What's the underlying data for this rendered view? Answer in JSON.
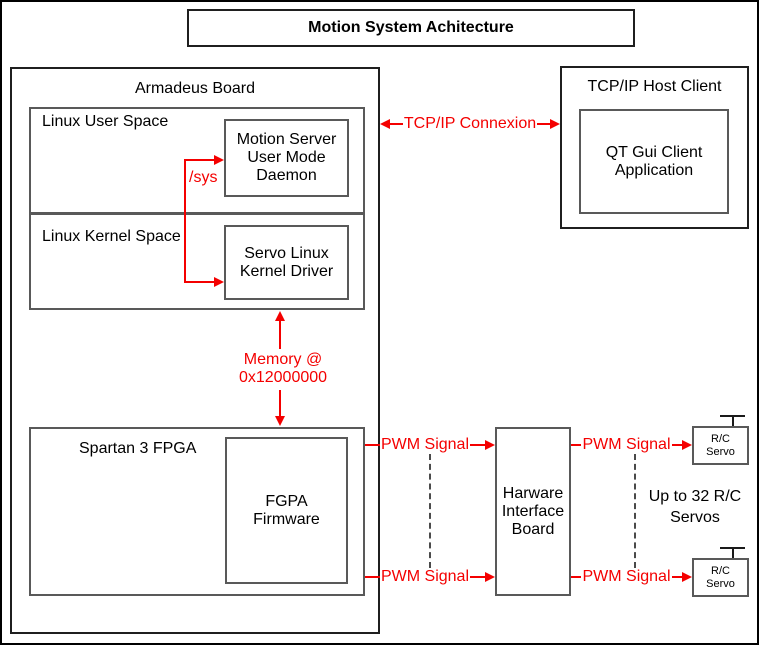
{
  "title": "Motion System Achitecture",
  "armadeus": {
    "label": "Armadeus Board",
    "user_space_label": "Linux User Space",
    "kernel_space_label": "Linux Kernel Space",
    "daemon_lines": [
      "Motion Server",
      "User Mode",
      "Daemon"
    ],
    "driver_lines": [
      "Servo Linux",
      "Kernel Driver"
    ],
    "spartan_label": "Spartan 3 FPGA",
    "firmware_lines": [
      "FGPA",
      "Firmware"
    ]
  },
  "host": {
    "label": "TCP/IP Host Client",
    "app_lines": [
      "QT Gui Client",
      "Application"
    ]
  },
  "hardware_board_lines": [
    "Harware",
    "Interface",
    "Board"
  ],
  "servos": {
    "box_lines": [
      "R/C",
      "Servo"
    ],
    "note_lines": [
      "Up to 32 R/C",
      "Servos"
    ]
  },
  "connections": {
    "tcpip_label": "TCP/IP Connexion",
    "sys_label": "/sys",
    "memory_lines": [
      "Memory @",
      "0x12000000"
    ],
    "pwm_label": "PWM Signal"
  },
  "colors": {
    "accent_red": "#f40000",
    "box_border_gray": "#595959",
    "frame_black": "#000000"
  }
}
